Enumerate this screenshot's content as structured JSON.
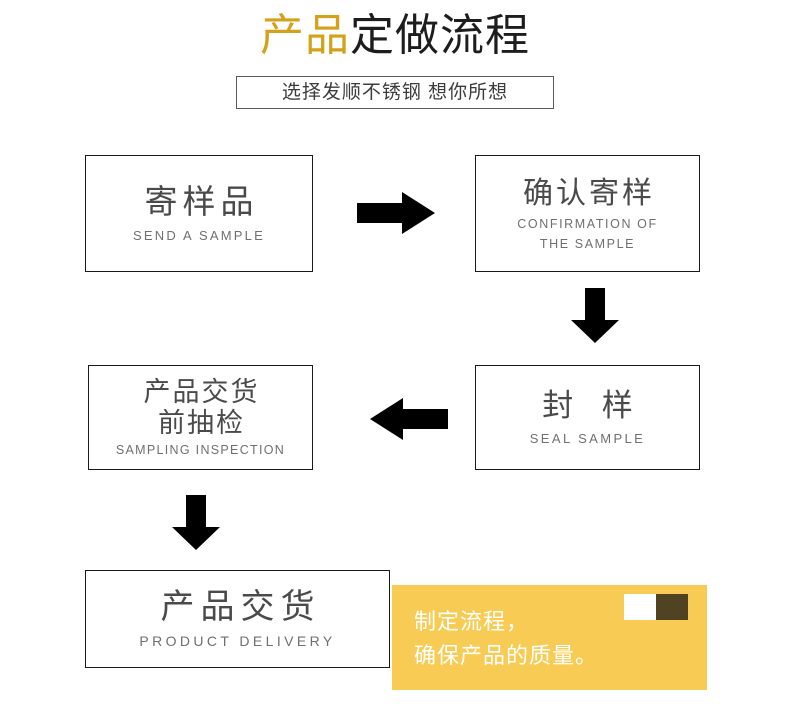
{
  "header": {
    "title_accent": "产品",
    "title_rest": "定做流程",
    "accent_color": "#d4a11b",
    "subtitle": "选择发顺不锈钢 想你所想"
  },
  "flow": {
    "steps": [
      {
        "id": "send-sample",
        "cn": "寄样品",
        "en": "SEND A SAMPLE"
      },
      {
        "id": "confirm-sample",
        "cn": "确认寄样",
        "en_line1": "CONFIRMATION OF",
        "en_line2": "THE SAMPLE"
      },
      {
        "id": "seal-sample",
        "cn": "封 样",
        "en": "SEAL SAMPLE"
      },
      {
        "id": "sampling-inspection",
        "cn_line1": "产品交货",
        "cn_line2": "前抽检",
        "en": "SAMPLING INSPECTION"
      },
      {
        "id": "product-delivery",
        "cn": "产品交货",
        "en": "PRODUCT DELIVERY"
      }
    ],
    "arrows": [
      {
        "id": "arrow-right-top",
        "direction": "right"
      },
      {
        "id": "arrow-down-right",
        "direction": "down"
      },
      {
        "id": "arrow-left-middle",
        "direction": "left"
      },
      {
        "id": "arrow-down-left",
        "direction": "down"
      }
    ]
  },
  "note": {
    "background_color": "#f8cc54",
    "line1": "制定流程，",
    "line2": "确保产品的质量。",
    "square_light_color": "#ffffff",
    "square_dark_color": "#4f4322"
  }
}
